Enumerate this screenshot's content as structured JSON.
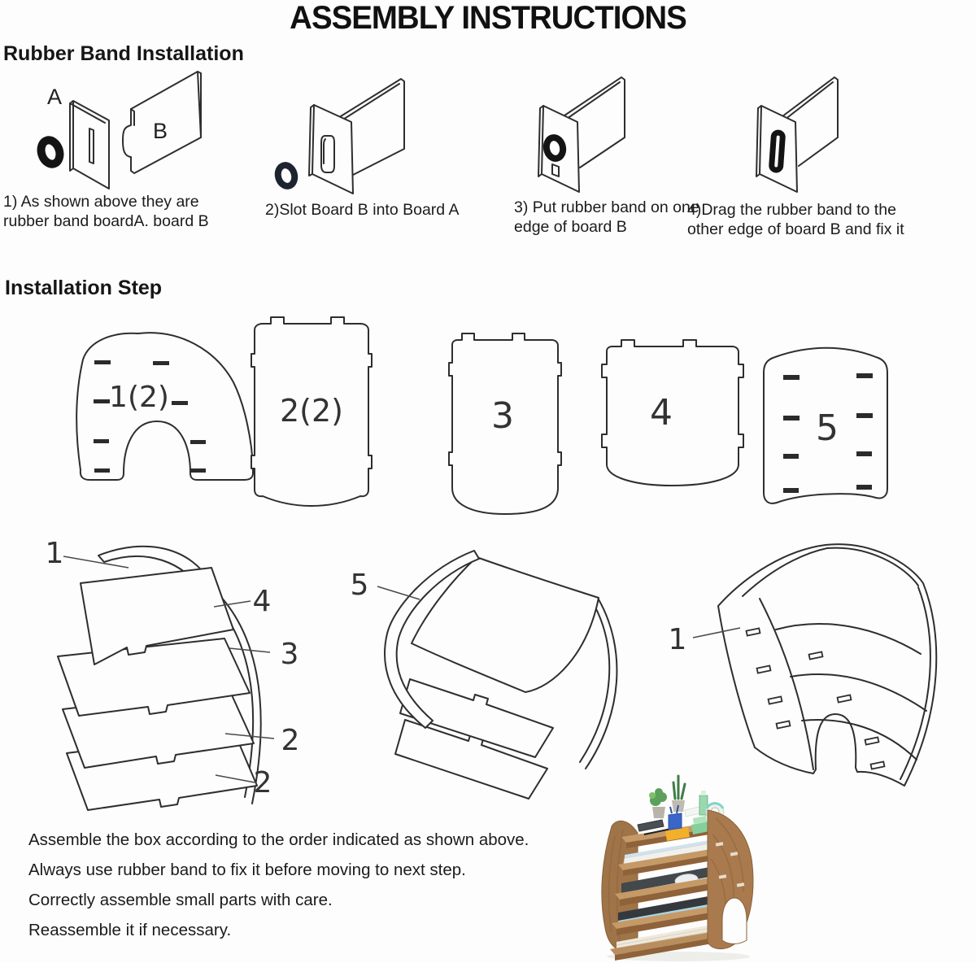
{
  "title": "ASSEMBLY INSTRUCTIONS",
  "rubber_band_section": {
    "heading": "Rubber Band Installation",
    "board_labels": {
      "a": "A",
      "b": "B"
    },
    "steps": [
      {
        "caption": "1) As shown above they are rubber band boardA. board B"
      },
      {
        "caption": "2)Slot Board B into Board A"
      },
      {
        "caption": "3) Put rubber band on one edge of board B"
      },
      {
        "caption": "4)Drag the rubber band to the other edge of board B and fix it"
      }
    ]
  },
  "installation_section": {
    "heading": "Installation Step",
    "part_labels": [
      "1(2)",
      "2(2)",
      "3",
      "4",
      "5"
    ],
    "stage1_callouts": [
      "1",
      "4",
      "3",
      "2",
      "2"
    ],
    "stage2_callouts": [
      "5"
    ],
    "stage3_callouts": [
      "1"
    ]
  },
  "notes": [
    "Assemble the box according to the order indicated as shown above.",
    "Always use rubber band to fix it before moving to next step.",
    "Correctly assemble small parts with care.",
    "Reassemble it if necessary."
  ],
  "colors": {
    "line": "#2e2e2e",
    "wood": "#a87a4e",
    "wood_dark": "#8a6138",
    "wood_light": "#c59a66"
  }
}
